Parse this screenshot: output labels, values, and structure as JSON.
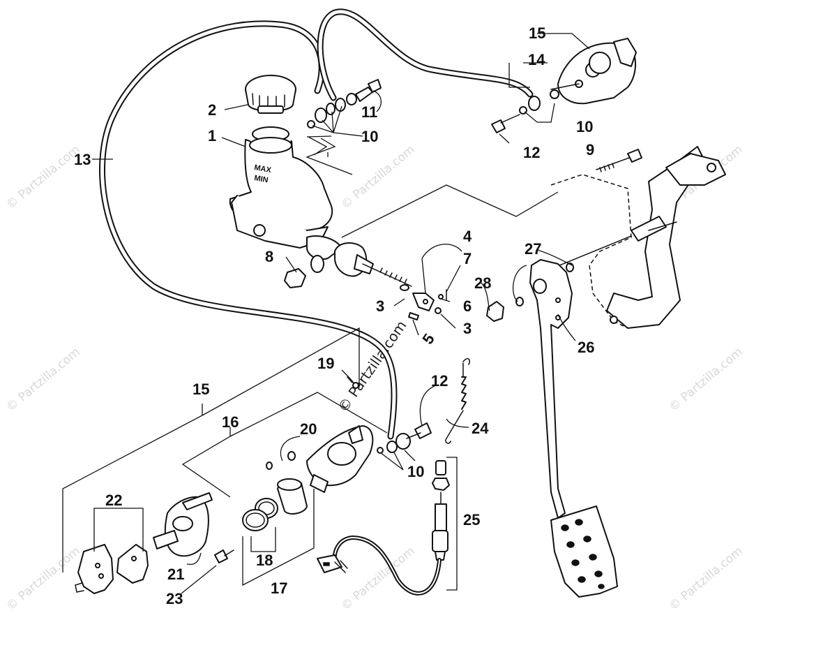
{
  "callouts": {
    "c1": "1",
    "c2": "2",
    "c3a": "3",
    "c3b": "3",
    "c4": "4",
    "c5": "5",
    "c6": "6",
    "c7": "7",
    "c8": "8",
    "c9": "9",
    "c10a": "10",
    "c10b": "10",
    "c10c": "10",
    "c11": "11",
    "c12a": "12",
    "c12b": "12",
    "c13": "13",
    "c14": "14",
    "c15a": "15",
    "c15b": "15",
    "c16": "16",
    "c17": "17",
    "c18": "18",
    "c19": "19",
    "c20": "20",
    "c21": "21",
    "c22": "22",
    "c23": "23",
    "c24": "24",
    "c25": "25",
    "c26": "26",
    "c27": "27",
    "c28": "28"
  },
  "reservoir": {
    "max_label": "MAX",
    "min_label": "MIN"
  },
  "watermark": {
    "text": "© Partzilla.com"
  }
}
